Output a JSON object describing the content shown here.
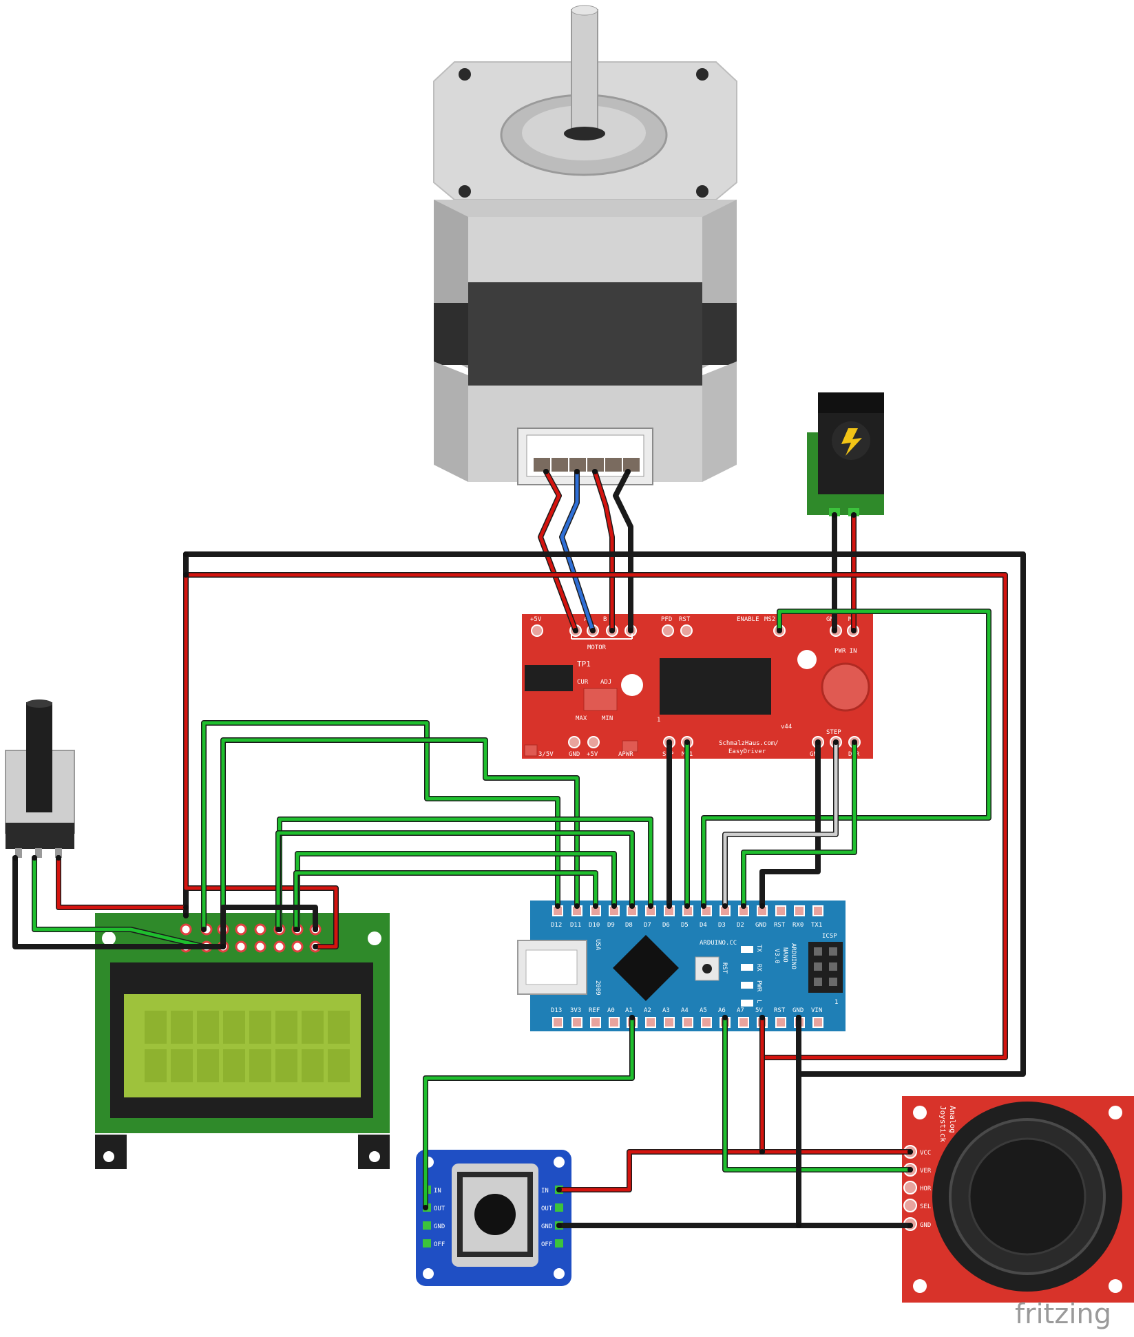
{
  "colors": {
    "wire_red": "#d4140f",
    "wire_black": "#1a1a1a",
    "wire_green": "#1fbf2e",
    "wire_blue": "#2f6fd6",
    "wire_white": "#cfcfcf",
    "easydriver_red": "#d8332a",
    "nano_blue": "#1f7fb6",
    "lcd_green": "#2f8a2a",
    "lcd_screen": "#9ec23c",
    "button_blue": "#1f4fc4",
    "joystick_red": "#d8332a",
    "motor_grey": "#c8c8c8"
  },
  "brand": {
    "fritzing": "fritzing"
  },
  "easydriver": {
    "top_pins": [
      "+5V",
      "A",
      "B",
      "PFD",
      "RST",
      "ENABLE",
      "MS2",
      "GND",
      "M+"
    ],
    "motor_label": "MOTOR",
    "tp1": "TP1",
    "cur": "CUR",
    "adj": "ADJ",
    "max": "MAX",
    "min": "MIN",
    "v44": "v44",
    "one": "1",
    "pwr_in": "PWR IN",
    "credit_line1": "SchmalzHaus.com/",
    "credit_line2": "EasyDriver",
    "bottom_pins": [
      "3/5V",
      "GND",
      "+5V",
      "APWR",
      "SLP",
      "MS1",
      "GND",
      "STEP",
      "DIR"
    ]
  },
  "nano": {
    "top_pins": [
      "D12",
      "D11",
      "D10",
      "D9",
      "D8",
      "D7",
      "D6",
      "D5",
      "D4",
      "D3",
      "D2",
      "GND",
      "RST",
      "RX0",
      "TX1"
    ],
    "bottom_pins": [
      "D13",
      "3V3",
      "REF",
      "A0",
      "A1",
      "A2",
      "A3",
      "A4",
      "A5",
      "A6",
      "A7",
      "5V",
      "RST",
      "GND",
      "VIN"
    ],
    "usa": "USA",
    "year": "2009",
    "arduino_cc": "ARDUINO.CC",
    "model_line1": "ARDUINO",
    "model_line2": "NANO",
    "model_line3": "V3.0",
    "icsp": "ICSP",
    "rst": "RST",
    "tx": "TX",
    "rx": "RX",
    "pwr": "PWR",
    "l": "L",
    "one": "1"
  },
  "button_board": {
    "left_pins": [
      "IN",
      "OUT",
      "GND",
      "OFF"
    ],
    "right_pins": [
      "IN",
      "OUT",
      "GND",
      "OFF"
    ]
  },
  "joystick": {
    "title_line1": "Analog",
    "title_line2": "Joystick",
    "pins": [
      "VCC",
      "VER",
      "HOR",
      "SEL",
      "GND"
    ]
  }
}
